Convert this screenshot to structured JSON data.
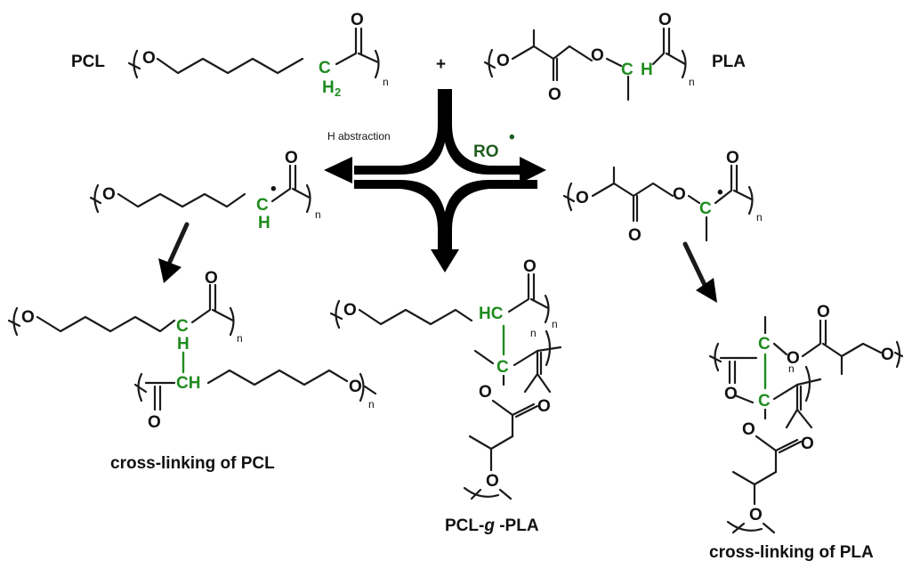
{
  "labels": {
    "pcl": "PCL",
    "pla": "PLA",
    "plus": "+",
    "h_abstraction": "H abstraction",
    "ro": "RO",
    "radical_dot": "•",
    "crosslink_pcl": "cross-linking of PCL",
    "graft_prefix": "PCL-",
    "graft_g": "g",
    "graft_suffix": " -PLA",
    "crosslink_pla": "cross-linking of PLA"
  },
  "atoms": {
    "O": "O",
    "C": "C",
    "H": "H",
    "HC": "HC",
    "CH": "CH",
    "H2_sub": "2",
    "n": "n"
  },
  "colors": {
    "highlight": "#1f8c1f",
    "bond": "#1a1a1a",
    "arrow": "#000000"
  }
}
